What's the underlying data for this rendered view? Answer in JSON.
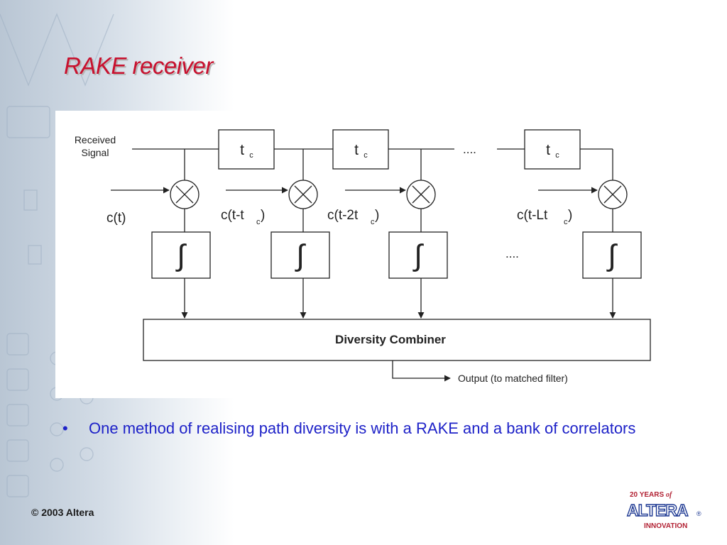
{
  "slide": {
    "title": "RAKE receiver",
    "bullet": "One method of realising path diversity is with a RAKE and a bank of correlators",
    "bullet_marker": "•",
    "copyright": "© 2003 Altera"
  },
  "diagram": {
    "input_label_line1": "Received",
    "input_label_line2": "Signal",
    "delay_symbol": "t",
    "delay_subscript": "c",
    "ellipsis": "....",
    "code_1": "c(t)",
    "code_2_pre": "c(t-t",
    "code_3_pre": "c(t-2t",
    "code_4_pre": "c(t-Lt",
    "code_post": ")",
    "integrator_symbol": "∫",
    "combiner_label": "Diversity Combiner",
    "output_label": "Output (to matched filter)"
  },
  "logo": {
    "line1_text": "20 YEARS ",
    "line1_of": "of",
    "brand": "ALTERA",
    "trademark": "®",
    "line3": "INNOVATION",
    "colors": {
      "years": "#b22234",
      "brand": "#1f3a93",
      "innovation": "#b22234"
    }
  },
  "colors": {
    "title": "#c8102e",
    "bullet": "#1e22c8"
  }
}
